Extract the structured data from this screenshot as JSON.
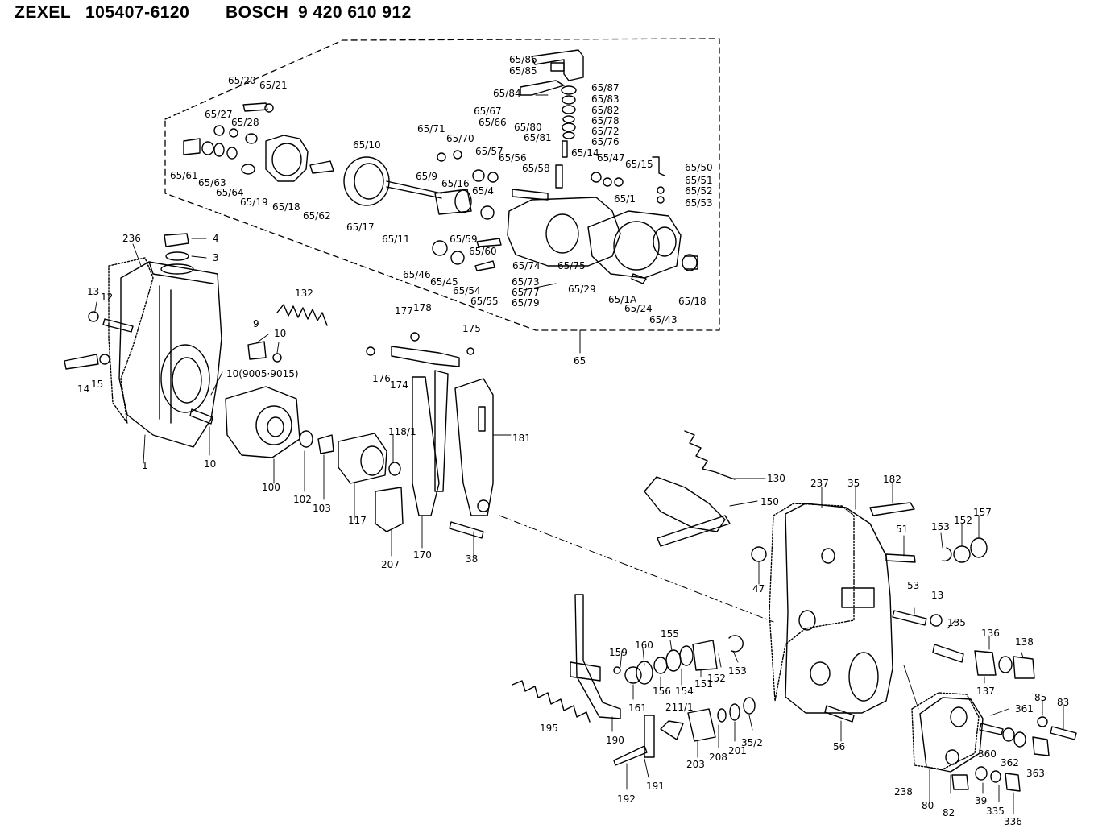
{
  "header": {
    "maker1": "ZEXEL",
    "part1": "105407-6120",
    "maker2": "BOSCH",
    "part2": "9 420 610 912"
  },
  "callouts": [
    "65/86",
    "65/85",
    "65/84",
    "65/87",
    "65/83",
    "65/82",
    "65/78",
    "65/80",
    "65/72",
    "65/81",
    "65/76",
    "65/20",
    "65/21",
    "65/27",
    "65/28",
    "65/67",
    "65/66",
    "65/71",
    "65/70",
    "65/10",
    "65/61",
    "65/63",
    "65/64",
    "65/19",
    "65/18",
    "65/62",
    "65/17",
    "65/11",
    "65/57",
    "65/56",
    "65/58",
    "65/9",
    "65/16",
    "65/4",
    "65/14",
    "65/47",
    "65/15",
    "65/50",
    "65/51",
    "65/52",
    "65/53",
    "65/1",
    "65/59",
    "65/60",
    "65/46",
    "65/45",
    "65/54",
    "65/55",
    "65/74",
    "65/75",
    "65/73",
    "65/77",
    "65/79",
    "65/29",
    "65/1A",
    "65/24",
    "65/43",
    "65/18",
    "65",
    "236",
    "4",
    "3",
    "13",
    "12",
    "14",
    "15",
    "132",
    "9",
    "10",
    "10(9005·9015)",
    "10",
    "1",
    "100",
    "102",
    "103",
    "117",
    "118/1",
    "177",
    "178",
    "175",
    "176",
    "174",
    "181",
    "207",
    "170",
    "38",
    "130",
    "150",
    "237",
    "35",
    "182",
    "51",
    "153",
    "152",
    "157",
    "47",
    "53",
    "13",
    "135",
    "136",
    "138",
    "137",
    "159",
    "160",
    "155",
    "152",
    "153",
    "151",
    "154",
    "156",
    "161",
    "190",
    "195",
    "211/1",
    "203",
    "208",
    "201",
    "35/2",
    "191",
    "192",
    "56",
    "85",
    "83",
    "361",
    "360",
    "362",
    "363",
    "238",
    "80",
    "82",
    "39",
    "335",
    "336"
  ]
}
